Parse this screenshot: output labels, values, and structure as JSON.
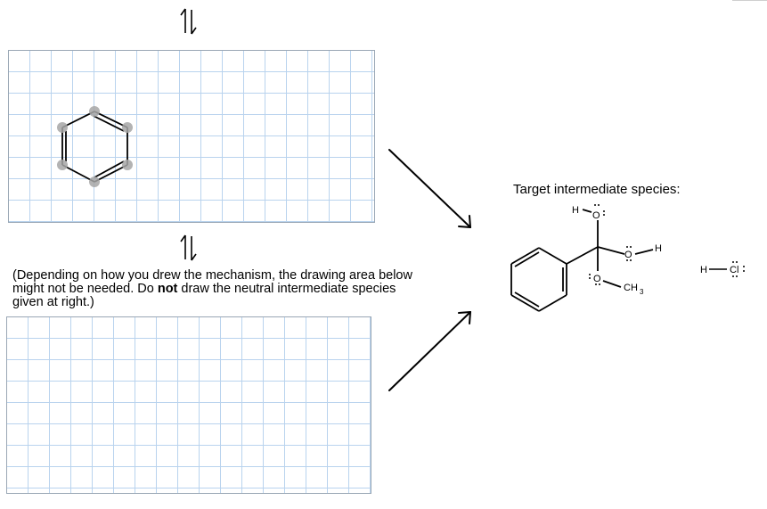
{
  "instruction": {
    "part1": "(Depending on how you drew the mechanism, the drawing area below might not be needed. Do ",
    "bold": "not",
    "part2": " draw the neutral intermediate species given at right.)"
  },
  "target": {
    "label": "Target intermediate species:",
    "atoms": {
      "h_top": "H",
      "o_top": "O",
      "o_right": "O",
      "h_right": "H",
      "o_bottom": "O",
      "methyl_c": "CH",
      "methyl_sub": "3"
    }
  },
  "hcl": {
    "h": "H",
    "cl": "Cl"
  },
  "colors": {
    "grid_line": "#b9d3ee",
    "grid_border": "#9aa7b5",
    "atom_highlight": "#a6a6a6"
  },
  "icons": [
    "equilibrium-arrow-icon",
    "reaction-arrow-icon"
  ]
}
